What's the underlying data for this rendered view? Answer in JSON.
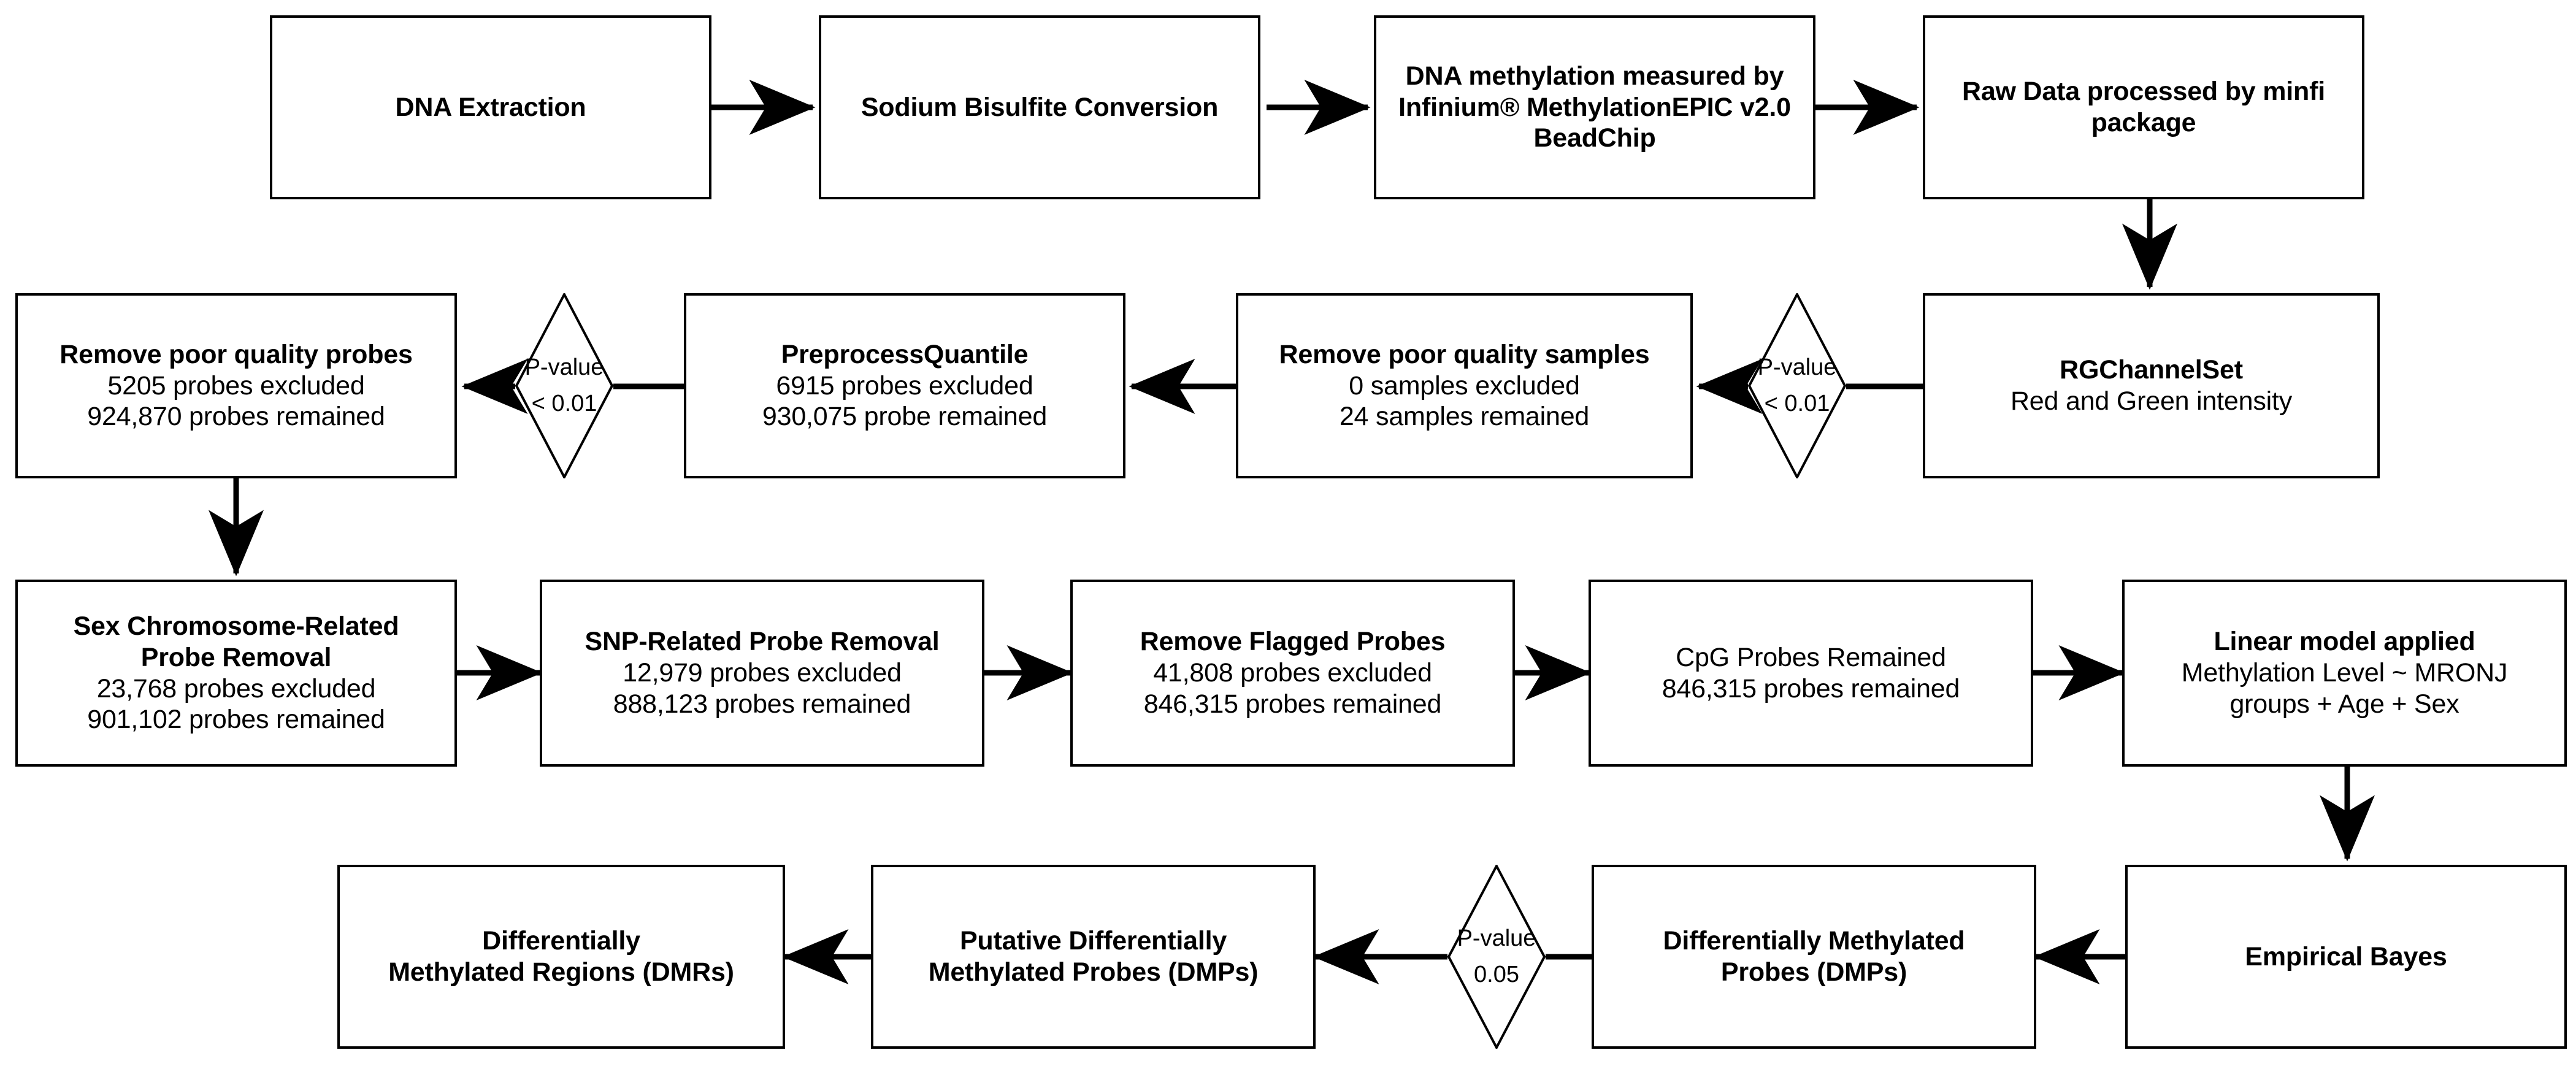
{
  "diagram": {
    "title": "DNA methylation analysis workflow",
    "line_color": "#000000",
    "box_border_color": "#000000",
    "background_color": "#ffffff"
  },
  "nodes": [
    {
      "id": "dna-extraction",
      "title": "DNA Extraction",
      "lines": []
    },
    {
      "id": "sodium-bisulfite-conversion",
      "title": "Sodium Bisulfite Conversion",
      "lines": []
    },
    {
      "id": "dna-methylation-measured",
      "title": "DNA methylation measured by",
      "lines": [
        "Infinium® MethylationEPIC v2.0",
        "BeadChip"
      ]
    },
    {
      "id": "raw-data-minfi",
      "title": "Raw Data processed by minfi",
      "lines": [
        "package"
      ]
    },
    {
      "id": "rgchannelset",
      "title": "RGChannelSet",
      "lines": [
        "Red and Green intensity"
      ]
    },
    {
      "id": "remove-poor-quality-samples",
      "title": "Remove poor quality samples",
      "lines": [
        "0 samples excluded",
        "24 samples remained"
      ]
    },
    {
      "id": "preprocess-quantile",
      "title": "PreprocessQuantile",
      "lines": [
        "6915 probes excluded",
        "930,075 probe remained"
      ]
    },
    {
      "id": "remove-poor-quality-probes",
      "title": "Remove poor quality probes",
      "lines": [
        "5205 probes excluded",
        "924,870 probes remained"
      ]
    },
    {
      "id": "sex-chromosome-probe-removal",
      "title": "Sex Chromosome-Related Probe Removal",
      "lines": [
        "23,768 probes excluded",
        "901,102 probes remained"
      ]
    },
    {
      "id": "snp-related-probe-removal",
      "title": "SNP-Related Probe Removal",
      "lines": [
        "12,979 probes excluded",
        "888,123 probes remained"
      ]
    },
    {
      "id": "remove-flagged-probes",
      "title": "Remove Flagged Probes",
      "lines": [
        "41,808 probes excluded",
        "846,315 probes remained"
      ]
    },
    {
      "id": "cpg-probes-remained",
      "title": "CpG Probes Remained",
      "lines": [
        "846,315 probes remained"
      ]
    },
    {
      "id": "linear-model-applied",
      "title": "Linear model applied",
      "lines": [
        "Methylation Level ~ MRONJ",
        "groups + Age + Sex"
      ]
    },
    {
      "id": "empirical-bayes",
      "title": "Empirical Bayes",
      "lines": []
    },
    {
      "id": "differentially-methylated-probes",
      "title": "Differentially Methylated Probes (DMPs)",
      "lines": []
    },
    {
      "id": "putative-differentially-methylated-probes",
      "title": "Putative Differentially Methylated Probes (DMPs)",
      "lines": []
    },
    {
      "id": "differentially-methylated-regions",
      "title": "Differentially Methylated Regions (DMRs)",
      "lines": []
    }
  ],
  "decisions": [
    {
      "id": "pvalue-samples",
      "line1": "P-value",
      "line2": "< 0.01"
    },
    {
      "id": "pvalue-probes",
      "line1": "P-value",
      "line2": "< 0.01"
    },
    {
      "id": "pvalue-dmp",
      "line1": "P-value",
      "line2": "0.05"
    }
  ],
  "node_text": {
    "dna_extraction_title": "DNA Extraction",
    "sodium_title": "Sodium Bisulfite Conversion",
    "methylation_title": "DNA methylation measured by",
    "methylation_l1": "Infinium® MethylationEPIC v2.0",
    "methylation_l2": "BeadChip",
    "rawdata_title": "Raw Data processed by minfi",
    "rawdata_l1": "package",
    "rgchannelset_title": "RGChannelSet",
    "rgchannelset_l1": "Red and Green intensity",
    "poorsamples_title": "Remove poor quality samples",
    "poorsamples_l1": "0 samples excluded",
    "poorsamples_l2": "24 samples remained",
    "quantile_title": "PreprocessQuantile",
    "quantile_l1": "6915 probes excluded",
    "quantile_l2": "930,075 probe remained",
    "poorprobes_title": "Remove poor quality probes",
    "poorprobes_l1": "5205 probes excluded",
    "poorprobes_l2": "924,870 probes remained",
    "sexchr_title_a": "Sex Chromosome-Related",
    "sexchr_title_b": "Probe Removal",
    "sexchr_l1": "23,768 probes excluded",
    "sexchr_l2": "901,102 probes remained",
    "snp_title": "SNP-Related Probe Removal",
    "snp_l1": "12,979 probes excluded",
    "snp_l2": "888,123 probes remained",
    "flagged_title": "Remove Flagged Probes",
    "flagged_l1": "41,808 probes excluded",
    "flagged_l2": "846,315 probes remained",
    "cpg_title": "CpG Probes Remained",
    "cpg_l1": "846,315 probes remained",
    "linear_title": "Linear model applied",
    "linear_l1": "Methylation Level ~ MRONJ",
    "linear_l2": "groups + Age + Sex",
    "bayes_title": "Empirical Bayes",
    "dmp_title_a": "Differentially Methylated",
    "dmp_title_b": "Probes (DMPs)",
    "putative_title_a": "Putative Differentially",
    "putative_title_b": "Methylated Probes (DMPs)",
    "dmr_title_a": "Differentially",
    "dmr_title_b": "Methylated Regions (DMRs)",
    "d1_l1": "P-value",
    "d1_l2": "< 0.01",
    "d2_l1": "P-value",
    "d2_l2": "< 0.01",
    "d3_l1": "P-value",
    "d3_l2": "0.05"
  }
}
